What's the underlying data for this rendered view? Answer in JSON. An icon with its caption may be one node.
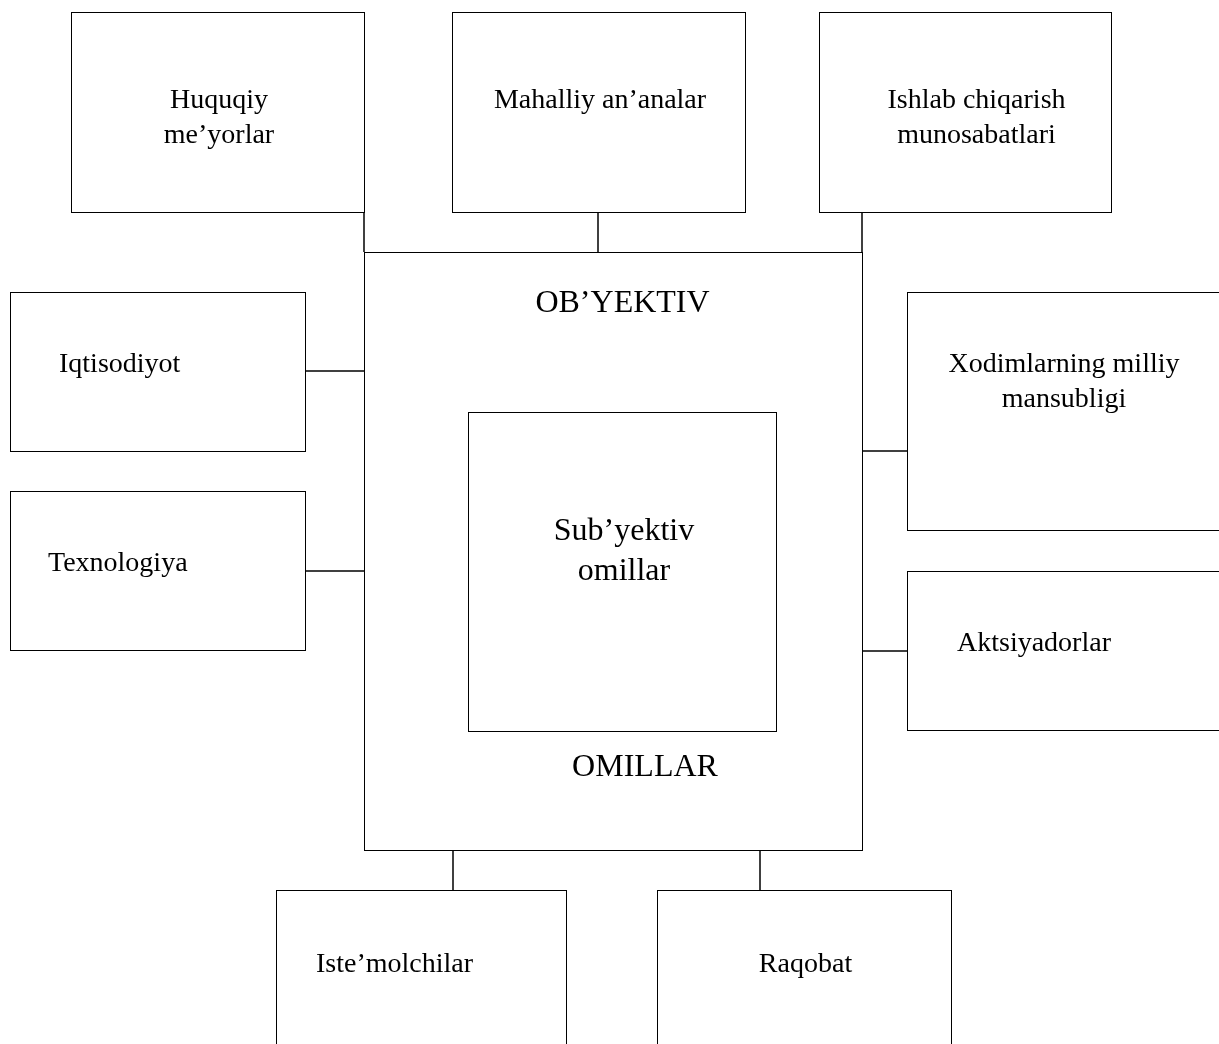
{
  "diagram": {
    "nodes": [
      {
        "text": [
          "Huquqiy me’yorlar"
        ]
      },
      {
        "text": [
          "Mahalliy an’analar"
        ]
      },
      {
        "text": [
          "Ishlab chiqarish munosabatlari"
        ]
      },
      {
        "text": [
          "Iqtisodiyot"
        ]
      },
      {
        "text": [
          "Xodimlarning milliy mansubligi"
        ]
      },
      {
        "text": [
          "OB’YEKTIV",
          "OMILLAR"
        ]
      },
      {
        "text": [
          "Sub’yektiv omillar"
        ],
        "in": 5
      },
      {
        "text": [
          "Texnologiya"
        ]
      },
      {
        "text": [
          "Aktsiyadorlar"
        ]
      },
      {
        "text": [
          "Iste’molchilar"
        ]
      },
      {
        "text": [
          "Raqobat"
        ]
      }
    ],
    "edges": [
      {
        "from": 0,
        "to": 5,
        "arrow": "none"
      },
      {
        "from": 1,
        "to": 5,
        "arrow": "none"
      },
      {
        "from": 2,
        "to": 5,
        "arrow": "none"
      },
      {
        "from": 3,
        "to": 5,
        "arrow": "none"
      },
      {
        "from": 4,
        "to": 5,
        "arrow": "none"
      },
      {
        "from": 7,
        "to": 5,
        "arrow": "none"
      },
      {
        "from": 8,
        "to": 5,
        "arrow": "none"
      },
      {
        "from": 9,
        "to": 5,
        "arrow": "none"
      },
      {
        "from": 10,
        "to": 5,
        "arrow": "none"
      }
    ]
  }
}
